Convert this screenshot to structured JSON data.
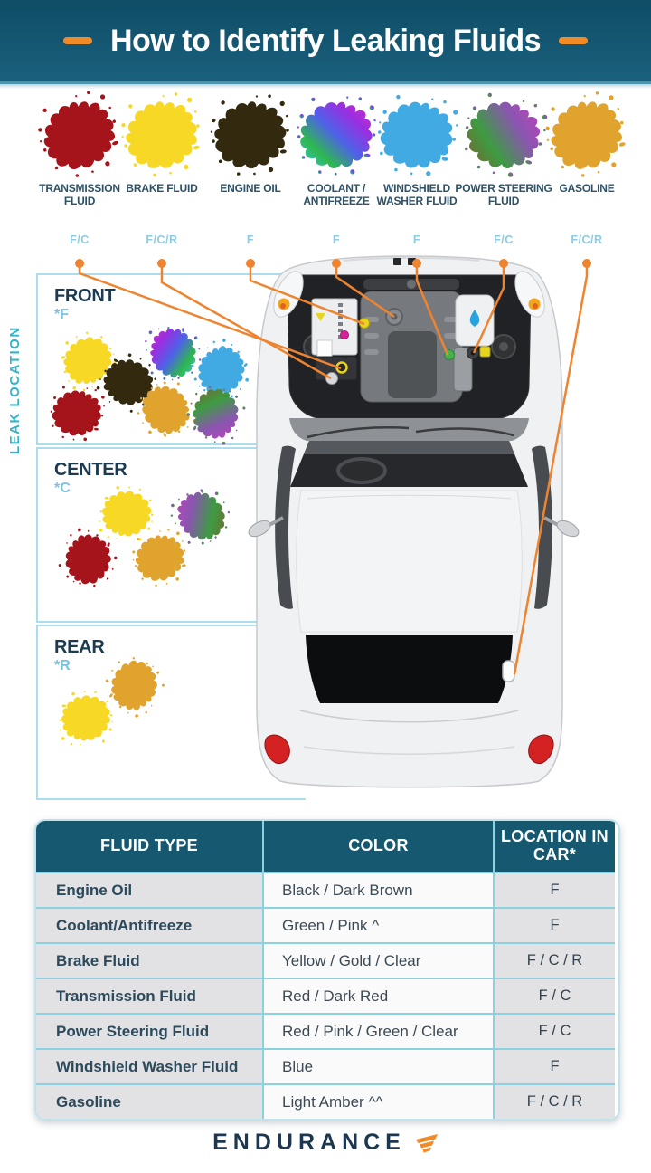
{
  "title": "How to Identify Leaking Fluids",
  "colors": {
    "accent_orange": "#f08b28",
    "leader_orange": "#ee8430",
    "header_bg": "#14536d",
    "label_dark": "#2e5166",
    "code_blue": "#8ecbe2",
    "teal_vertical": "#35b4c9",
    "section_border": "#abdded",
    "table_header_bg": "#16586f",
    "brand_navy": "#1d3750"
  },
  "legend": {
    "items": [
      {
        "id": "transmission",
        "label": "TRANSMISSION FLUID",
        "code": "F/C",
        "colors": [
          "#a6141b"
        ]
      },
      {
        "id": "brake",
        "label": "BRAKE FLUID",
        "code": "F/C/R",
        "colors": [
          "#f7d925"
        ]
      },
      {
        "id": "engine-oil",
        "label": "ENGINE OIL",
        "code": "F",
        "colors": [
          "#32290f"
        ]
      },
      {
        "id": "coolant",
        "label": "COOLANT / ANTIFREEZE",
        "code": "F",
        "colors": [
          "#3fc3ea",
          "#2db84e",
          "#4e62e8",
          "#9b2ee0",
          "#d331c4"
        ]
      },
      {
        "id": "washer",
        "label": "WINDSHIELD WASHER FLUID",
        "code": "F",
        "colors": [
          "#41aae3"
        ]
      },
      {
        "id": "power-steering",
        "label": "POWER STEERING FLUID",
        "code": "F/C",
        "colors": [
          "#7d6030",
          "#3d9c41",
          "#8a56b0",
          "#c33fbf"
        ]
      },
      {
        "id": "gasoline",
        "label": "GASOLINE",
        "code": "F/C/R",
        "colors": [
          "#e0a42e"
        ]
      }
    ]
  },
  "leak_location": {
    "label": "LEAK LOCATION",
    "sections": [
      {
        "id": "front",
        "name": "FRONT",
        "code": "*F",
        "fluids": [
          "brake",
          "engine-oil",
          "coolant",
          "washer",
          "transmission",
          "gasoline",
          "power-steering"
        ]
      },
      {
        "id": "center",
        "name": "CENTER",
        "code": "*C",
        "fluids": [
          "brake",
          "power-steering",
          "transmission",
          "gasoline"
        ]
      },
      {
        "id": "rear",
        "name": "REAR",
        "code": "*R",
        "fluids": [
          "gasoline",
          "brake"
        ]
      }
    ]
  },
  "table": {
    "headers": [
      "FLUID TYPE",
      "COLOR",
      "LOCATION IN CAR*"
    ],
    "rows": [
      {
        "fluid": "Engine Oil",
        "color": "Black / Dark Brown",
        "location": "F"
      },
      {
        "fluid": "Coolant/Antifreeze",
        "color": "Green / Pink ^",
        "location": "F"
      },
      {
        "fluid": "Brake Fluid",
        "color": "Yellow / Gold / Clear",
        "location": "F / C / R"
      },
      {
        "fluid": "Transmission Fluid",
        "color": "Red / Dark Red",
        "location": "F / C"
      },
      {
        "fluid": "Power Steering Fluid",
        "color": "Red / Pink / Green / Clear",
        "location": "F / C"
      },
      {
        "fluid": "Windshield Washer Fluid",
        "color": "Blue",
        "location": "F"
      },
      {
        "fluid": "Gasoline",
        "color": "Light Amber ^^",
        "location": "F / C / R"
      }
    ]
  },
  "footer": {
    "brand": "ENDURANCE"
  }
}
